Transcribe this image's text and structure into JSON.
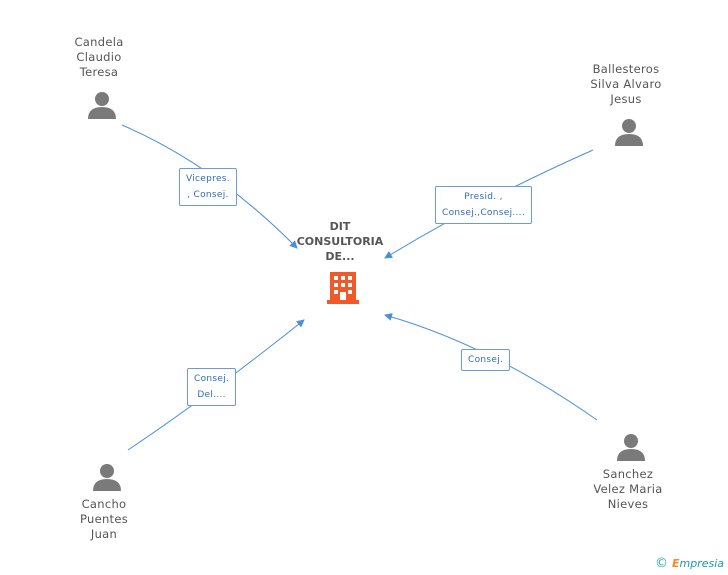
{
  "company": {
    "name_lines": [
      "DIT",
      "CONSULTORIA",
      "DE..."
    ],
    "icon": "building-icon",
    "color": "#f05a28"
  },
  "people": [
    {
      "id": "candela",
      "name_lines": [
        "Candela",
        "Claudio",
        "Teresa"
      ],
      "icon": "person-icon"
    },
    {
      "id": "ballesteros",
      "name_lines": [
        "Ballesteros",
        "Silva Alvaro",
        "Jesus"
      ],
      "icon": "person-icon"
    },
    {
      "id": "cancho",
      "name_lines": [
        "Cancho",
        "Puentes",
        "Juan"
      ],
      "icon": "person-icon"
    },
    {
      "id": "sanchez",
      "name_lines": [
        "Sanchez",
        "Velez Maria",
        "Nieves"
      ],
      "icon": "person-icon"
    }
  ],
  "roles": {
    "candela": [
      "Vicepres.",
      ", Consej."
    ],
    "ballesteros": [
      "Presid. ,",
      "Consej.,Consej...."
    ],
    "cancho": [
      "Consej.",
      "Del...."
    ],
    "sanchez": [
      "Consej."
    ]
  },
  "footer": {
    "copyright": "©",
    "brand_first": "E",
    "brand_rest": "mpresia"
  },
  "colors": {
    "edge": "#4a8fd9",
    "person": "#7a7a7a",
    "label_text": "#2f6db8"
  }
}
